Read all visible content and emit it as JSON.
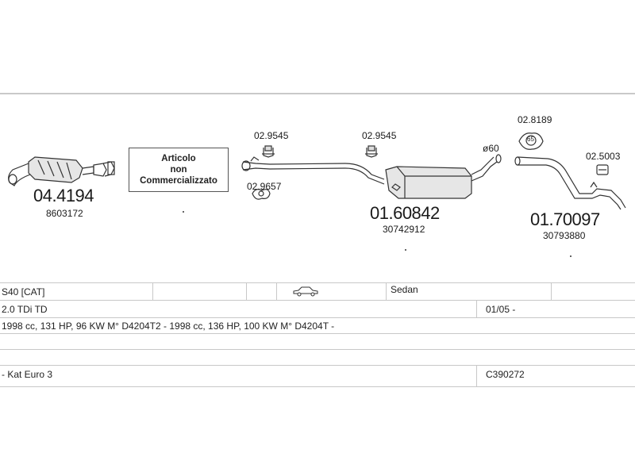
{
  "parts": {
    "catalytic": {
      "code": "04.4194",
      "oem": "8603172"
    },
    "note": {
      "line1": "Articolo",
      "line2": "non",
      "line3": "Commercializzato"
    },
    "front_pipe": {
      "clamp1": "02.9545",
      "gasket": "02.9657"
    },
    "middle": {
      "clamp": "02.9545",
      "code": "01.60842",
      "oem": "30742912",
      "diameter": "ø60"
    },
    "rear": {
      "hanger": "02.8189",
      "hanger_mark": "65",
      "rubber": "02.5003",
      "code": "01.70097",
      "oem": "30793880"
    }
  },
  "table": {
    "row1": {
      "model": "S40  [CAT]",
      "body": "Sedan"
    },
    "row2": {
      "engine": "2.0 TDi TD",
      "date": "01/05 -"
    },
    "row3": {
      "spec": "1998 cc, 131 HP, 96 KW M° D4204T2 - 1998 cc, 136 HP, 100 KW M° D4204T -"
    },
    "row5": {
      "notes": "- Kat Euro 3",
      "ref": "C390272"
    }
  },
  "icons": {
    "car": "sedan-car-icon"
  }
}
